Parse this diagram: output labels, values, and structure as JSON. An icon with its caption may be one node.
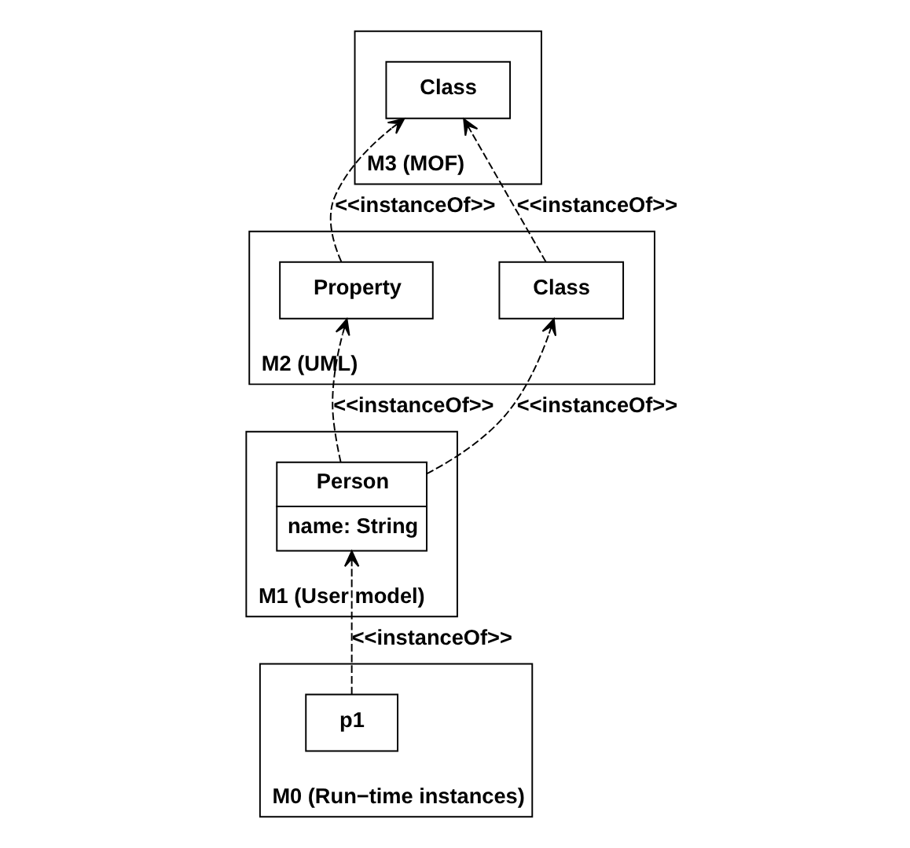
{
  "diagram": {
    "nodes": [
      {
        "text": [
          "M3 (MOF)"
        ]
      },
      {
        "text": [
          "Class"
        ],
        "in": 0
      },
      {
        "text": [
          "M2 (UML)"
        ]
      },
      {
        "text": [
          "Property"
        ],
        "in": 2
      },
      {
        "text": [
          "Class"
        ],
        "in": 2
      },
      {
        "text": [
          "M1 (User model)"
        ]
      },
      {
        "text": [
          "Person",
          "name: String"
        ],
        "in": 5
      },
      {
        "text": [
          "M0 (Run−time instances)"
        ]
      },
      {
        "text": [
          "p1"
        ],
        "in": 7
      }
    ],
    "edges": [
      {
        "from": 3,
        "to": 1,
        "arrow": "to",
        "label": "<<instanceOf>>",
        "style": "dashed"
      },
      {
        "from": 4,
        "to": 1,
        "arrow": "to",
        "label": "<<instanceOf>>",
        "style": "dashed"
      },
      {
        "from": 6,
        "to": 3,
        "arrow": "to",
        "label": "<<instanceOf>>",
        "style": "dashed"
      },
      {
        "from": 6,
        "to": 4,
        "arrow": "to",
        "label": "<<instanceOf>>",
        "style": "dashed"
      },
      {
        "from": 8,
        "to": 6,
        "arrow": "to",
        "label": "<<instanceOf>>",
        "style": "dashed"
      }
    ]
  }
}
